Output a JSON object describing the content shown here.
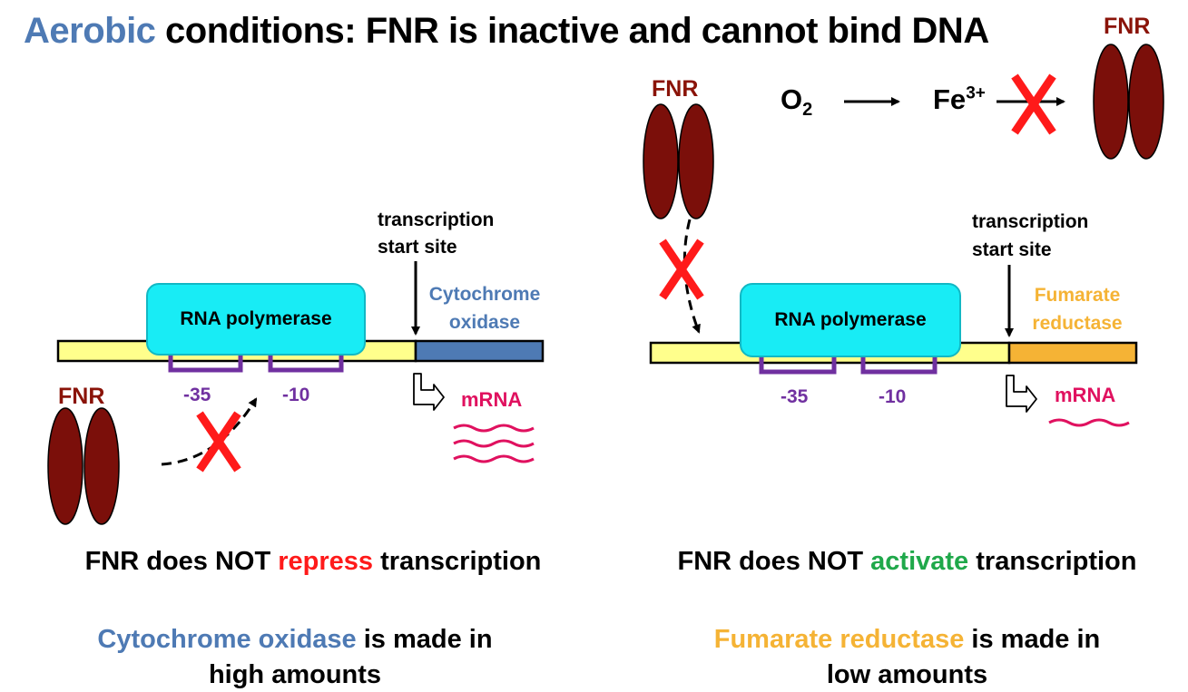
{
  "title": {
    "highlight": "Aerobic",
    "rest": " conditions: FNR is inactive and cannot bind DNA"
  },
  "oxygen_reaction": {
    "o2_base": "O",
    "o2_sub": "2",
    "fe_base": "Fe",
    "fe_sup": "3+"
  },
  "fnr_label": "FNR",
  "left_panel": {
    "tss_line1": "transcription",
    "tss_line2": "start site",
    "gene_line1": "Cytochrome",
    "gene_line2": "oxidase",
    "polymerase": "RNA polymerase",
    "minus35": "-35",
    "minus10": "-10",
    "mrna": "mRNA",
    "summary_pre": "FNR does NOT ",
    "summary_key": "repress",
    "summary_post": " transcription",
    "result_gene": "Cytochrome oxidase",
    "result_mid": " is made in",
    "result_line2": "high amounts"
  },
  "right_panel": {
    "tss_line1": "transcription",
    "tss_line2": "start site",
    "gene_line1": "Fumarate",
    "gene_line2": "reductase",
    "polymerase": "RNA polymerase",
    "minus35": "-35",
    "minus10": "-10",
    "mrna": "mRNA",
    "summary_pre": "FNR does NOT ",
    "summary_key": "activate",
    "summary_post": " transcription",
    "result_gene": "Fumarate reductase",
    "result_mid": " is made in",
    "result_line2": "low amounts"
  },
  "colors": {
    "fnr": "#7b0f0a",
    "dna_promoter": "#ffff8c",
    "cytochrome_gene": "#4e7ab4",
    "fumarate_gene": "#f5b335",
    "polymerase": "#18ecf5",
    "box_marker": "#7030a0",
    "mrna": "#e0115f",
    "blocked_x": "#ff1a1a"
  }
}
